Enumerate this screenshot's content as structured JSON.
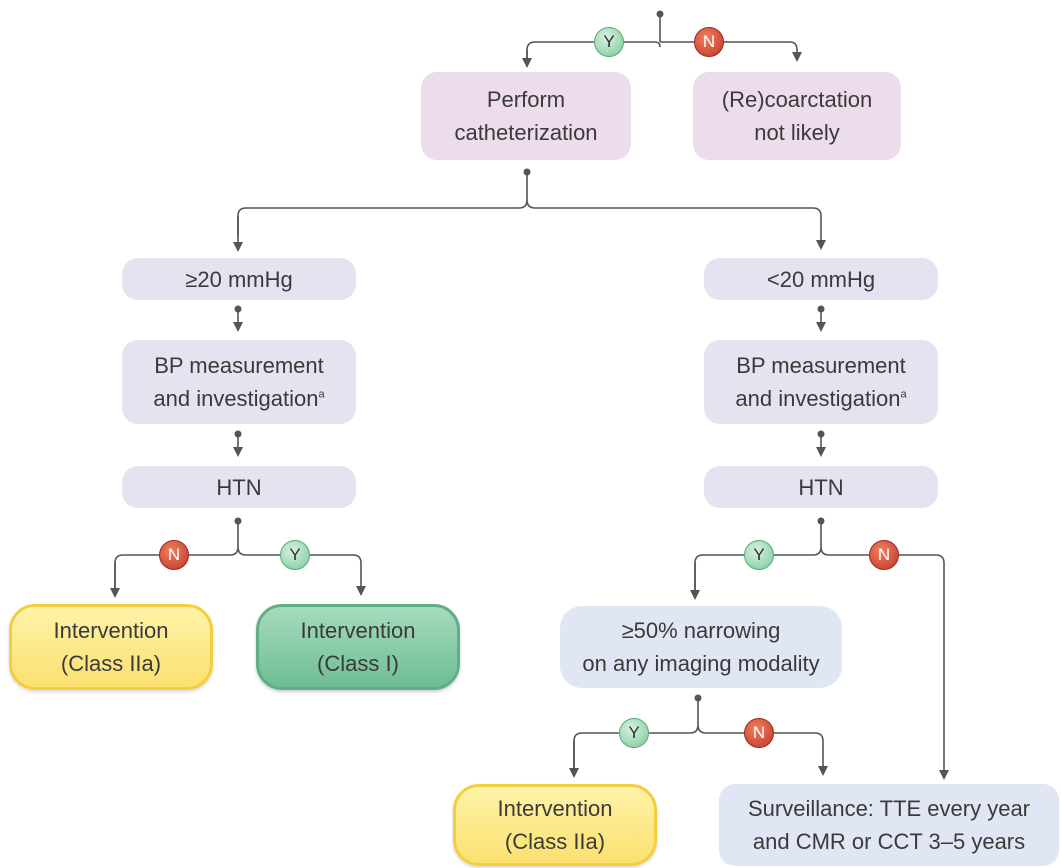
{
  "nodes": {
    "perform_cath": [
      "Perform",
      "catheterization"
    ],
    "recoarct": [
      "(Re)coarctation",
      "not likely"
    ],
    "gradient_high": "≥20 mmHg",
    "gradient_low": "<20 mmHg",
    "bp_left": [
      "BP measurement",
      "and investigation"
    ],
    "bp_right": [
      "BP measurement",
      "and investigation"
    ],
    "bp_sup": "a",
    "htn_left": "HTN",
    "htn_right": "HTN",
    "int_left_iia": [
      "Intervention",
      "(Class IIa)"
    ],
    "int_left_i": [
      "Intervention",
      "(Class I)"
    ],
    "narrowing": [
      "≥50% narrowing",
      "on any imaging modality"
    ],
    "int_bottom_iia": [
      "Intervention",
      "(Class IIa)"
    ],
    "surveillance": [
      "Surveillance: TTE every year",
      "and CMR or CCT 3–5 years"
    ]
  },
  "badges": {
    "yes": "Y",
    "no": "N"
  },
  "colors": {
    "pink_box": "#ecdcec",
    "lavender_box": "#e6e2f0",
    "blue_box": "#e0e6f3",
    "yellow_box": "#fbe070",
    "green_box": "#6ebd95",
    "yes_badge": "#79c897",
    "no_badge": "#bd3527",
    "connector": "#555555"
  }
}
